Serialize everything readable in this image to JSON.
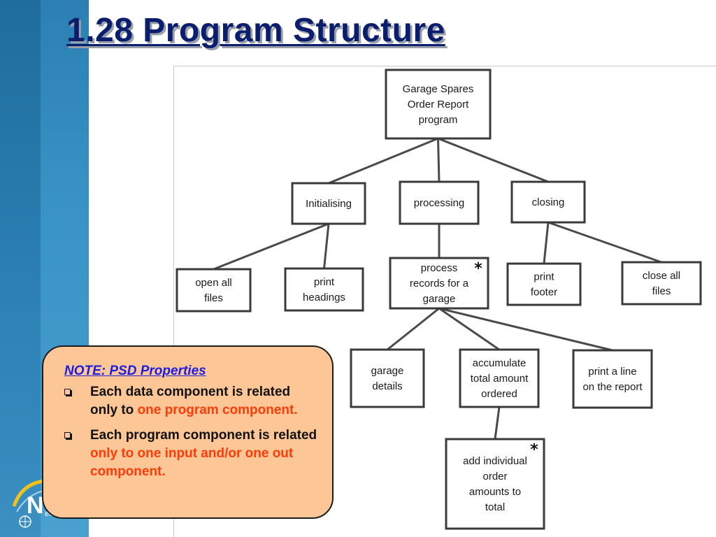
{
  "slide": {
    "title": "1.28 Program Structure"
  },
  "diagram": {
    "nodes": [
      {
        "id": "root",
        "lines": [
          "Garage Spares",
          "Order Report",
          "program"
        ]
      },
      {
        "id": "init",
        "lines": [
          "Initialising"
        ]
      },
      {
        "id": "proc",
        "lines": [
          "processing"
        ]
      },
      {
        "id": "close",
        "lines": [
          "closing"
        ]
      },
      {
        "id": "open",
        "lines": [
          "open all",
          "files"
        ]
      },
      {
        "id": "phead",
        "lines": [
          "print",
          "headings"
        ]
      },
      {
        "id": "precs",
        "lines": [
          "process",
          "records for a",
          "garage"
        ],
        "iteration_marker": "*"
      },
      {
        "id": "pfoot",
        "lines": [
          "print",
          "footer"
        ]
      },
      {
        "id": "cfiles",
        "lines": [
          "close all",
          "files"
        ]
      },
      {
        "id": "gdet",
        "lines": [
          "garage",
          "details"
        ]
      },
      {
        "id": "accum",
        "lines": [
          "accumulate",
          "total amount",
          "ordered"
        ]
      },
      {
        "id": "pline",
        "lines": [
          "print a line",
          "on the report"
        ]
      },
      {
        "id": "add",
        "lines": [
          "add individual",
          "order",
          "amounts to",
          "total"
        ],
        "iteration_marker": "*"
      }
    ],
    "edges": [
      [
        "root",
        "init"
      ],
      [
        "root",
        "proc"
      ],
      [
        "root",
        "close"
      ],
      [
        "init",
        "open"
      ],
      [
        "init",
        "phead"
      ],
      [
        "proc",
        "precs"
      ],
      [
        "close",
        "pfoot"
      ],
      [
        "close",
        "cfiles"
      ],
      [
        "precs",
        "gdet"
      ],
      [
        "precs",
        "accum"
      ],
      [
        "precs",
        "pline"
      ],
      [
        "accum",
        "add"
      ]
    ]
  },
  "note": {
    "title": "NOTE: PSD Properties",
    "items": [
      {
        "text_before": "Each data component is related only to ",
        "highlight": "one program component.",
        "text_after": ""
      },
      {
        "text_before": "Each program component is related ",
        "highlight": "only to one input and/or one out component.",
        "text_after": ""
      }
    ],
    "highlight_color": "#ff3b08",
    "title_color": "#1d1de0"
  },
  "logo": {
    "text_main": "N",
    "text_sub": "edu"
  }
}
